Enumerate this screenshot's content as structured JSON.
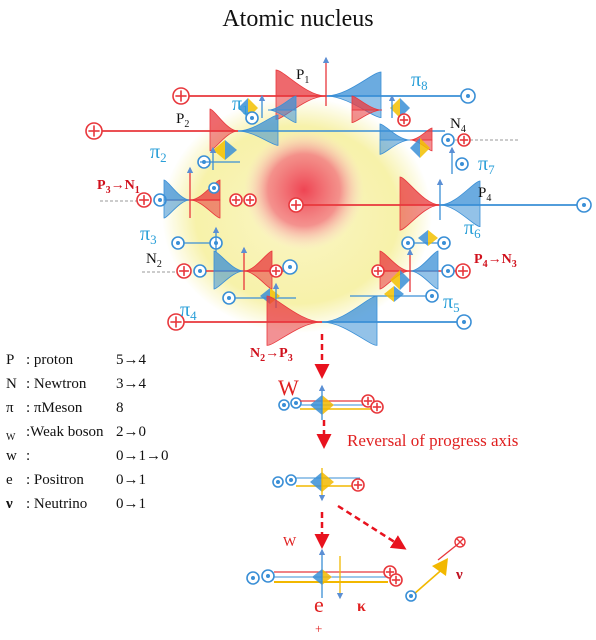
{
  "title": "Atomic nucleus",
  "labels": {
    "pi1": "π",
    "pi1_sub": "1",
    "pi2": "π",
    "pi2_sub": "2",
    "pi3": "π",
    "pi3_sub": "3",
    "pi4": "π",
    "pi4_sub": "4",
    "pi5": "π",
    "pi5_sub": "5",
    "pi6": "π",
    "pi6_sub": "6",
    "pi7": "π",
    "pi7_sub": "7",
    "pi8": "π",
    "pi8_sub": "8",
    "p1": "P",
    "p1_sub": "1",
    "p2": "P",
    "p2_sub": "2",
    "p4": "P",
    "p4_sub": "4",
    "n2": "N",
    "n2_sub": "2",
    "n4": "N",
    "n4_sub": "4",
    "p3n1_a": "P",
    "p3n1_a_sub": "3",
    "p3n1_arrow": "→",
    "p3n1_b": "N",
    "p3n1_b_sub": "1",
    "p4n3_a": "P",
    "p4n3_a_sub": "4",
    "p4n3_arrow": "→",
    "p4n3_b": "N",
    "p4n3_b_sub": "3",
    "n2p3_a": "N",
    "n2p3_a_sub": "2",
    "n2p3_arrow": "→",
    "n2p3_b": "P",
    "n2p3_b_sub": "3",
    "w_big": "W",
    "reversal": "Reversal of progress axis",
    "w_small": "W",
    "e": "e",
    "e_plus": "+",
    "kappa": "κ",
    "nu": "ν"
  },
  "legend": [
    {
      "sym": "P",
      "sub": "",
      "name": ": proton",
      "value": "5→4"
    },
    {
      "sym": "N",
      "sub": "",
      "name": ": Newtron",
      "value": "3→4"
    },
    {
      "sym": "π",
      "sub": "",
      "name": ": πMeson",
      "value": "8"
    },
    {
      "sym": "",
      "sub": "W",
      "name": ":Weak boson",
      "value": "2→0"
    },
    {
      "sym": "w",
      "sub": "",
      "name": ":",
      "value": "0→1→0"
    },
    {
      "sym": "e",
      "sub": "",
      "name": ": Positron",
      "value": "0→1"
    },
    {
      "sym": "ν",
      "sub": "",
      "name": ": Neutrino",
      "value": "0→1"
    }
  ],
  "colors": {
    "proton": "#e8373c",
    "pion": "#3a8fd6",
    "weak": "#f2b800",
    "core": "#ee3b4d",
    "halo": "#f6f2a0",
    "label_blue": "#2a9fd8"
  }
}
